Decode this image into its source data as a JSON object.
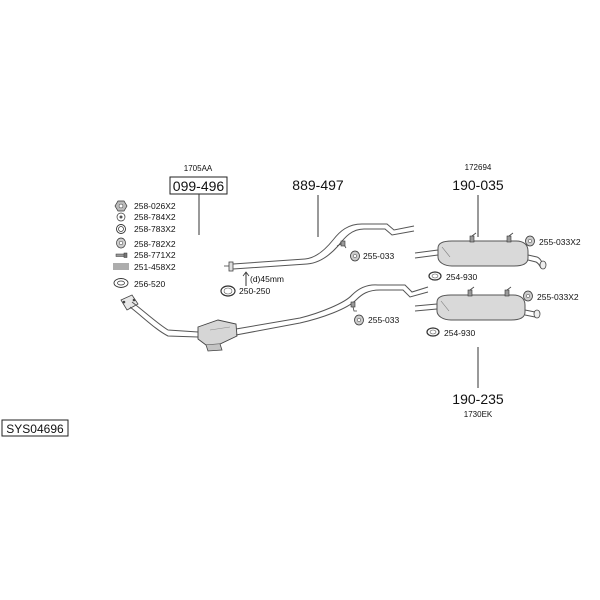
{
  "diagram_code": "SYS04696",
  "assemblies": {
    "front": {
      "header": "1705AA",
      "part_number": "099-496"
    },
    "middle": {
      "part_number": "889-497"
    },
    "rear_upper": {
      "header": "172694",
      "part_number": "190-035"
    },
    "rear_lower": {
      "part_number": "190-235",
      "footer": "1730EK"
    }
  },
  "legend_items": [
    {
      "icon": "nut-icon",
      "label": "258-026X2"
    },
    {
      "icon": "washer-icon",
      "label": "258-784X2"
    },
    {
      "icon": "ring-icon",
      "label": "258-783X2"
    },
    {
      "icon": "rubber-mount-icon",
      "label": "258-782X2"
    },
    {
      "icon": "bolt-icon",
      "label": "258-771X2"
    },
    {
      "icon": "spring-icon",
      "label": "251-458X2"
    },
    {
      "icon": "gasket-icon",
      "label": "256-520"
    }
  ],
  "callouts": {
    "hanger_middle_upper": "255-033",
    "hanger_middle_lower": "255-033",
    "diameter": "(d)45mm",
    "clamp": "250-250",
    "hanger_rear_upper": "255-033X2",
    "hanger_rear_lower": "255-033X2",
    "clamp_rear_upper": "254-930",
    "clamp_rear_lower": "254-930"
  }
}
